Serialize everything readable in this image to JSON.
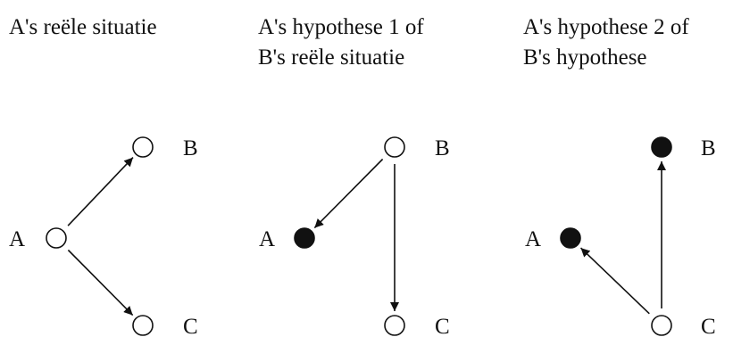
{
  "panels": [
    {
      "title_lines": [
        "A's reële situatie"
      ],
      "nodes": [
        {
          "id": "B",
          "label": "B",
          "filled": false
        },
        {
          "id": "A",
          "label": "A",
          "filled": false
        },
        {
          "id": "C",
          "label": "C",
          "filled": false
        }
      ],
      "edges": [
        {
          "from": "A",
          "to": "B"
        },
        {
          "from": "A",
          "to": "C"
        }
      ]
    },
    {
      "title_lines": [
        "A's hypothese 1 of",
        "B's reële situatie"
      ],
      "nodes": [
        {
          "id": "B",
          "label": "B",
          "filled": false
        },
        {
          "id": "A",
          "label": "A",
          "filled": true
        },
        {
          "id": "C",
          "label": "C",
          "filled": false
        }
      ],
      "edges": [
        {
          "from": "B",
          "to": "A"
        },
        {
          "from": "B",
          "to": "C"
        }
      ]
    },
    {
      "title_lines": [
        "A's hypothese 2 of",
        "B's hypothese"
      ],
      "nodes": [
        {
          "id": "B",
          "label": "B",
          "filled": true
        },
        {
          "id": "A",
          "label": "A",
          "filled": true
        },
        {
          "id": "C",
          "label": "C",
          "filled": false
        }
      ],
      "edges": [
        {
          "from": "C",
          "to": "A"
        },
        {
          "from": "C",
          "to": "B"
        }
      ]
    }
  ]
}
